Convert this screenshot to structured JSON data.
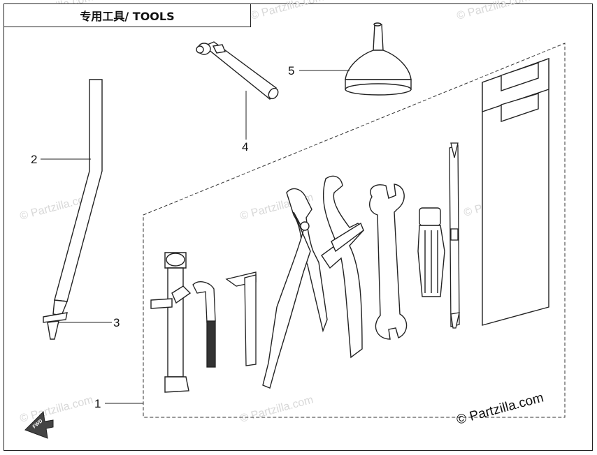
{
  "title": "专用工具/ TOOLS",
  "callouts": {
    "c1": "1",
    "c2": "2",
    "c3": "3",
    "c4": "4",
    "c5": "5"
  },
  "watermark": {
    "main": "© Partzilla.com",
    "faint": "© Partzilla.com"
  },
  "fwd_label": "FWD",
  "colors": {
    "line": "#222222",
    "watermark": "#d8d8d8",
    "fill": "#ffffff"
  }
}
